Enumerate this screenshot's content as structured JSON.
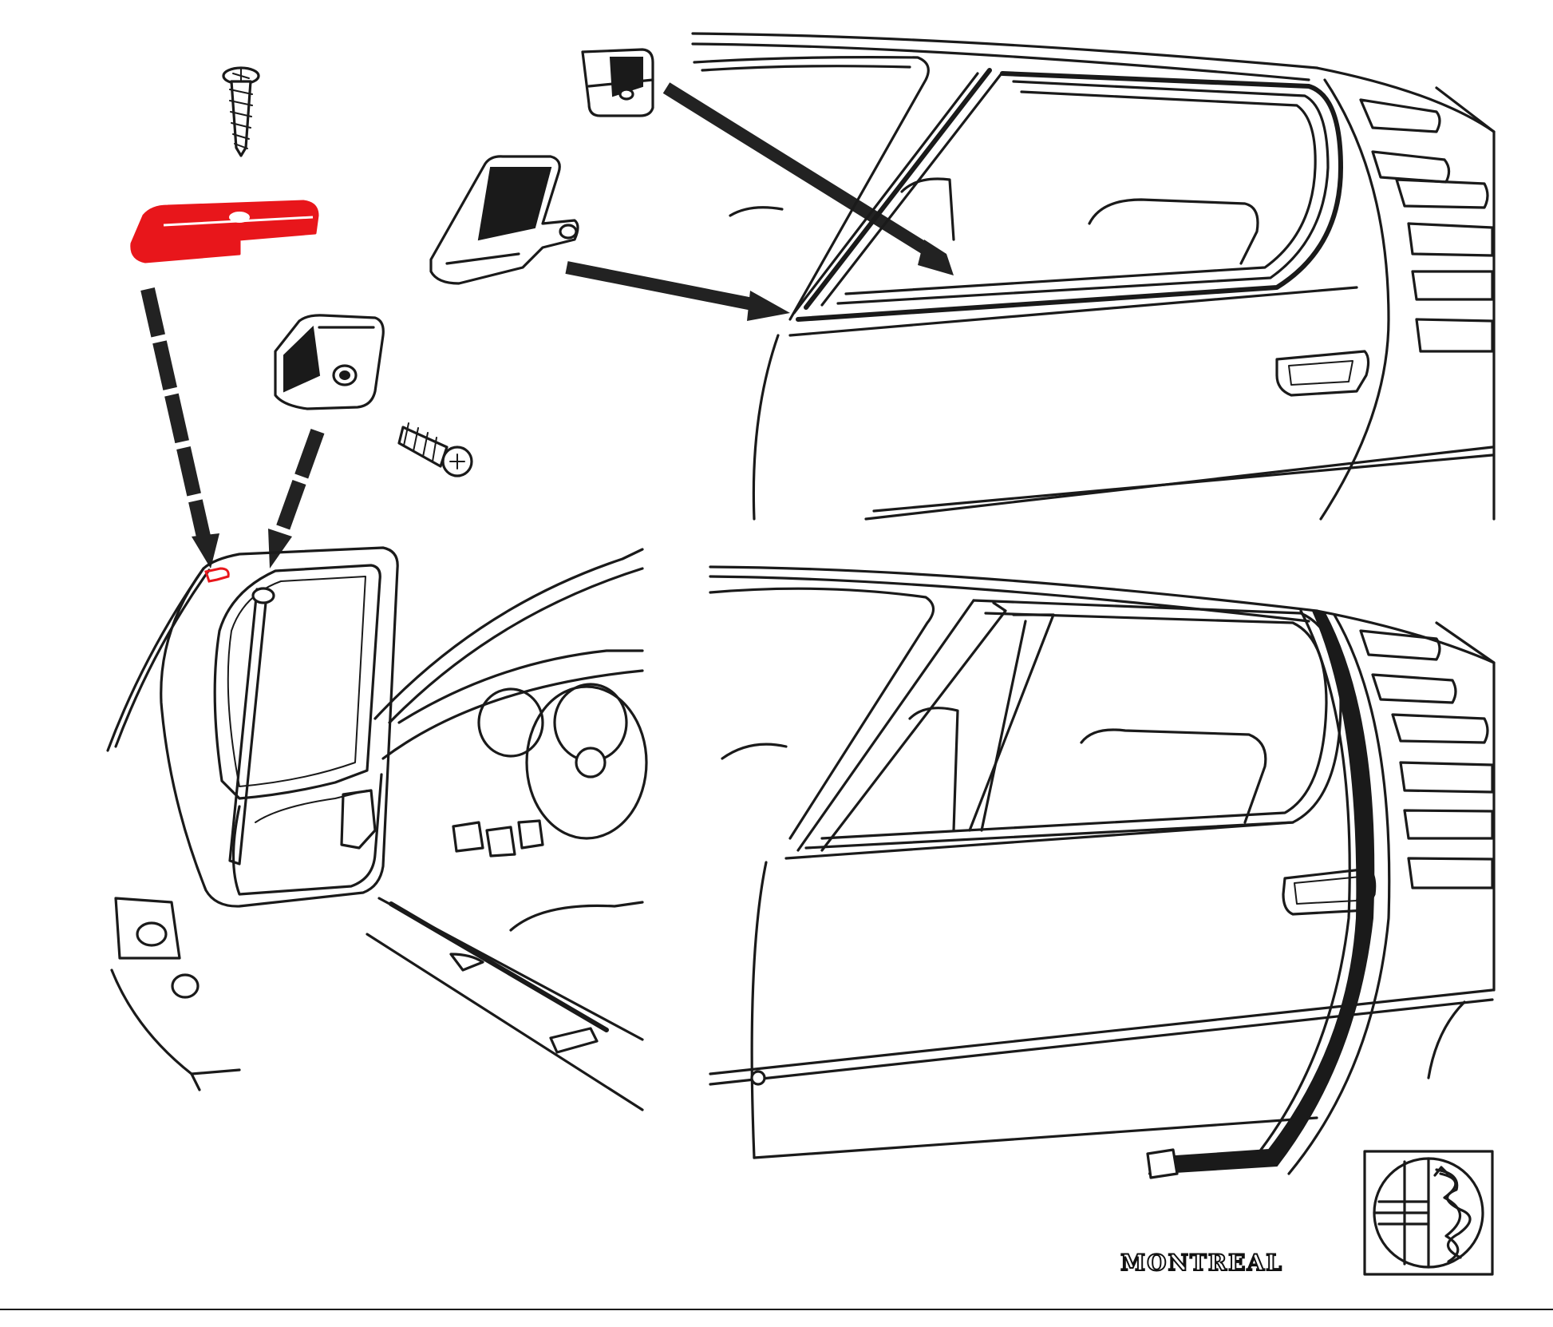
{
  "highlight_color": "#e8161b",
  "ink_color": "#1a1a1a",
  "brand": {
    "wordmark": "MONTREAL",
    "logo": "alfa-romeo-badge"
  },
  "panels": [
    {
      "name": "door-open-interior-view"
    },
    {
      "name": "door-window-seal-detail-view"
    },
    {
      "name": "door-closed-pillar-seal-view"
    }
  ],
  "parts": [
    {
      "name": "upper-screw",
      "highlighted": false
    },
    {
      "name": "door-frame-top-corner-cap",
      "highlighted": true
    },
    {
      "name": "door-frame-lower-corner-cap",
      "highlighted": false
    },
    {
      "name": "lower-screw",
      "highlighted": false
    },
    {
      "name": "window-seal-end-clip",
      "highlighted": false
    },
    {
      "name": "window-seal-retainer-bracket",
      "highlighted": false
    }
  ]
}
